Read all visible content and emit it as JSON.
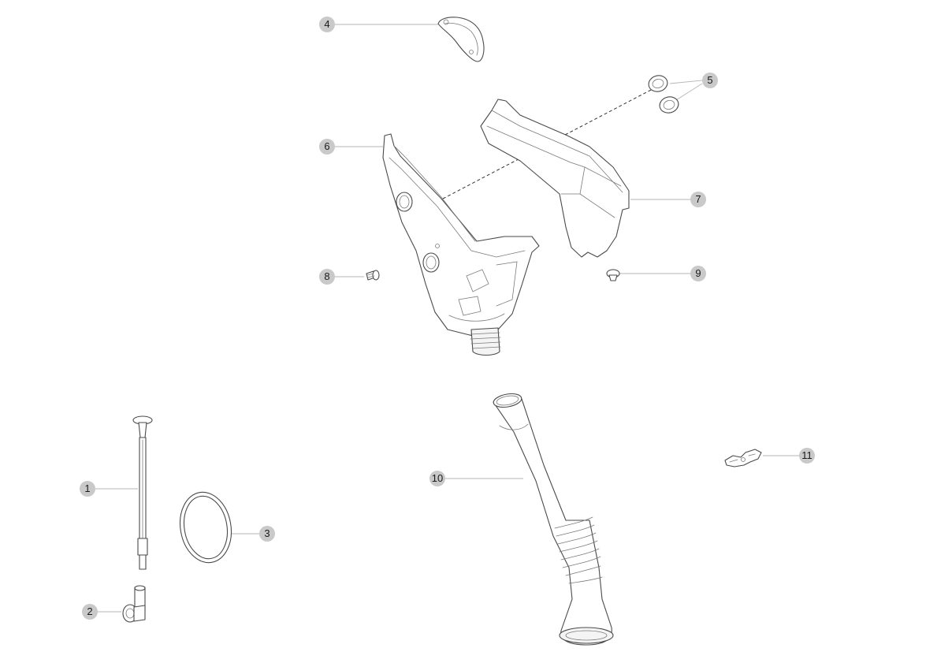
{
  "diagram": {
    "type": "exploded-parts-view",
    "callouts": [
      {
        "id": "c1",
        "label": "1"
      },
      {
        "id": "c2",
        "label": "2"
      },
      {
        "id": "c3",
        "label": "3"
      },
      {
        "id": "c4",
        "label": "4"
      },
      {
        "id": "c5",
        "label": "5"
      },
      {
        "id": "c6",
        "label": "6"
      },
      {
        "id": "c7",
        "label": "7"
      },
      {
        "id": "c8",
        "label": "8"
      },
      {
        "id": "c9",
        "label": "9"
      },
      {
        "id": "c10",
        "label": "10"
      },
      {
        "id": "c11",
        "label": "11"
      }
    ]
  }
}
